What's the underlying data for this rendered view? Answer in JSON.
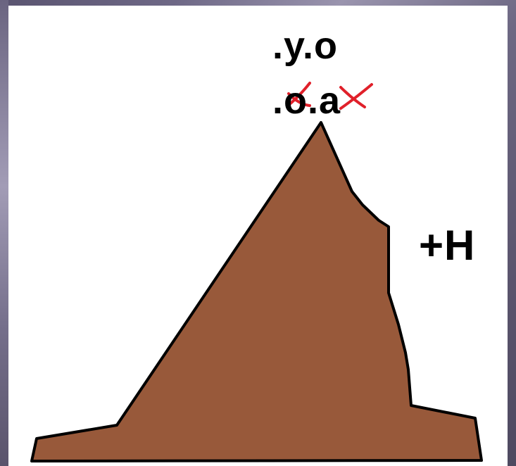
{
  "labels": {
    "top": ".y.o",
    "struck": ".o.a",
    "side": "+H"
  },
  "strike_marks": {
    "count": 2,
    "color": "#e0202a"
  },
  "shape": {
    "fill_color": "#98593a",
    "outline_color": "#000000"
  },
  "background": {
    "frame_color": "#6b6582",
    "canvas_color": "#ffffff"
  }
}
